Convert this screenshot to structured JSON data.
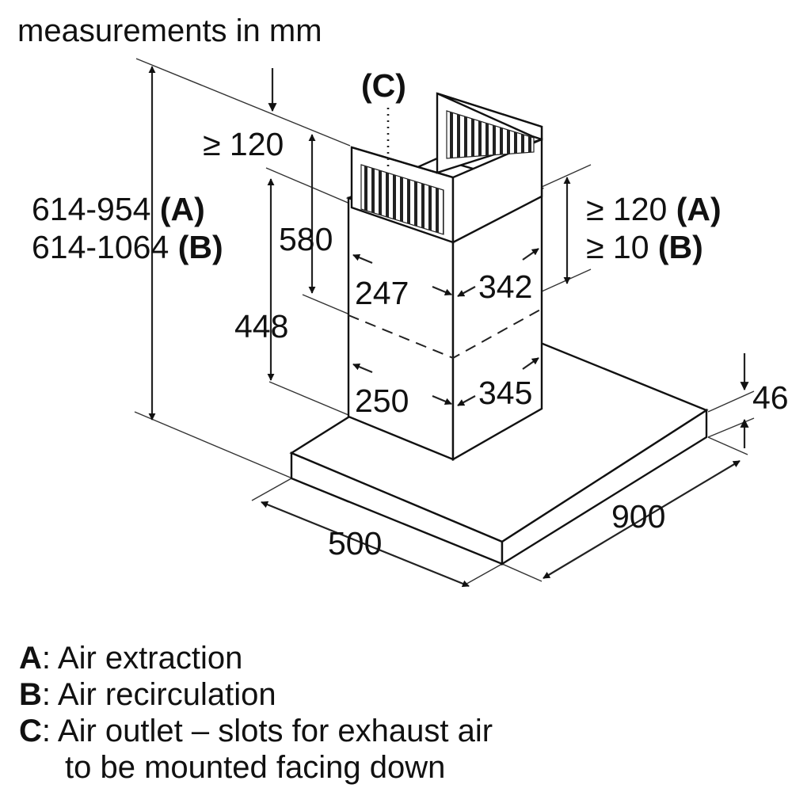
{
  "header": {
    "units": "measurements in mm"
  },
  "dimensions": {
    "total_height_a": "614-954",
    "total_height_a_tag": "(A)",
    "total_height_b": "614-1064",
    "total_height_b_tag": "(B)",
    "gap_top": "≥ 120",
    "upper_chimney": "580",
    "lower_chimney": "448",
    "ceiling_gap_a": "≥ 120",
    "ceiling_gap_a_tag": "(A)",
    "ceiling_gap_b": "≥ 10",
    "ceiling_gap_b_tag": "(B)",
    "upper_width": "247",
    "upper_depth": "342",
    "lower_width": "250",
    "lower_depth": "345",
    "canopy_height": "46",
    "canopy_depth": "500",
    "canopy_width": "900",
    "outlet_tag": "(C)"
  },
  "legend": [
    {
      "key": "A",
      "sep": ":",
      "text": " Air extraction"
    },
    {
      "key": "B",
      "sep": ":",
      "text": " Air recirculation"
    },
    {
      "key": "C",
      "sep": ":",
      "text": " Air outlet – slots for exhaust air"
    }
  ],
  "legend_continuation": "to be mounted facing down"
}
